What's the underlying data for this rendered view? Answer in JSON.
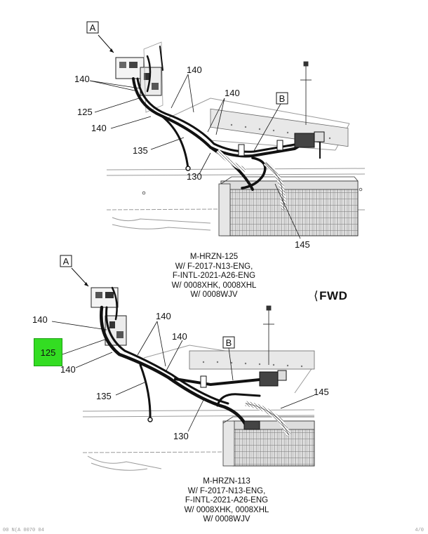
{
  "top_view": {
    "box_a": "A",
    "box_b": "B",
    "callouts": {
      "c140_a": "140",
      "c140_b": "140",
      "c140_c": "140",
      "c140_d": "140",
      "c125": "125",
      "c135": "135",
      "c130": "130",
      "c145": "145"
    },
    "caption": [
      "M-HRZN-125",
      "W/ F-2017-N13-ENG,",
      "F-INTL-2021-A26-ENG",
      "W/ 0008XHK, 0008XHL",
      "W/ 0008WJV"
    ]
  },
  "bottom_view": {
    "box_a": "A",
    "box_b": "B",
    "callouts": {
      "c140_a": "140",
      "c140_b": "140",
      "c140_c": "140",
      "c140_d": "140",
      "c125": "125",
      "c135": "135",
      "c130": "130",
      "c145": "145"
    },
    "caption": [
      "M-HRZN-113",
      "W/ F-2017-N13-ENG,",
      "F-INTL-2021-A26-ENG",
      "W/ 0008XHK, 0008XHL",
      "W/ 0008WJV"
    ]
  },
  "fwd_label": "FWD",
  "colors": {
    "highlight": "#33dd22",
    "line": "#111111",
    "frame": "#9a9a9a"
  },
  "footer": {
    "left": "00 N(A 0070 04",
    "right": "4/0"
  }
}
